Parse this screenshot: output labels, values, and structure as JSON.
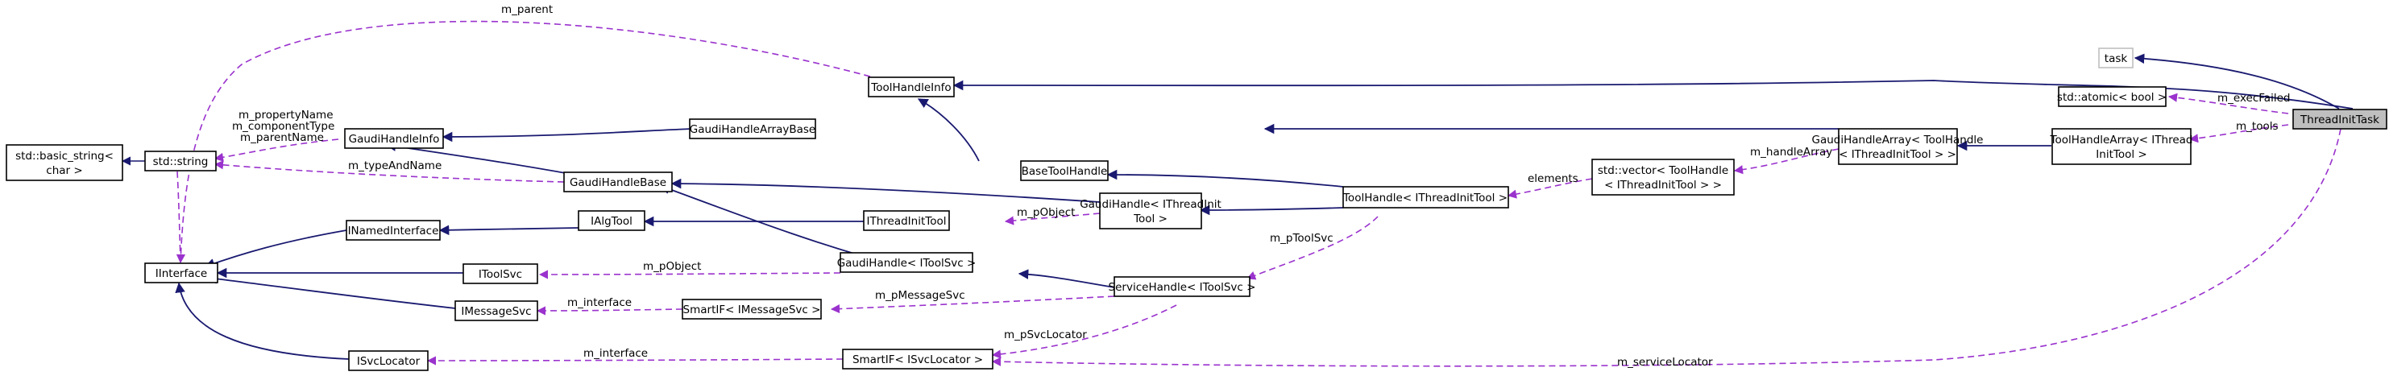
{
  "nodes": {
    "threadinittask": "ThreadInitTask",
    "task": "task",
    "atomic_bool": "std::atomic< bool >",
    "tha_threadinit": [
      "ToolHandleArray< IThread",
      "InitTool >"
    ],
    "gha_toolhandle": [
      "GaudiHandleArray< ToolHandle",
      "< IThreadInitTool > >"
    ],
    "vector_toolhandle": [
      "std::vector< ToolHandle",
      "< IThreadInitTool > >"
    ],
    "toolhandle_threadinit": "ToolHandle< IThreadInitTool >",
    "toolhandleinfo": "ToolHandleInfo",
    "basetoolhandle": "BaseToolHandle",
    "gaudihandle_threadinit": [
      "GaudiHandle< IThreadInit",
      "Tool >"
    ],
    "gaudihandlearraybase": "GaudiHandleArrayBase",
    "gaudihandleinfo": "GaudiHandleInfo",
    "gaudihandlebase": "GaudiHandleBase",
    "ithreadinittool": "IThreadInitTool",
    "ialgtool": "IAlgTool",
    "inamedinterface": "INamedInterface",
    "gaudihandle_itoolsvc": "GaudiHandle< IToolSvc >",
    "itoolsvc": "IToolSvc",
    "servicehandle_itoolsvc": "ServiceHandle< IToolSvc >",
    "smartif_imessagesvc": "SmartIF< IMessageSvc >",
    "imessagesvc": "IMessageSvc",
    "smartif_isvclocator": "SmartIF< ISvcLocator >",
    "isvclocator": "ISvcLocator",
    "iinterface": "IInterface",
    "std_string": "std::string",
    "basic_string": [
      "std::basic_string<",
      "char >"
    ]
  },
  "edge_labels": {
    "m_parent": "m_parent",
    "m_exec_failed": "m_execFailed",
    "m_tools": "m_tools",
    "m_handle_array": "m_handleArray",
    "elements": "elements",
    "m_p_object_1": "m_pObject",
    "m_p_tool_svc": "m_pToolSvc",
    "m_p_object_2": "m_pObject",
    "m_p_message_svc": "m_pMessageSvc",
    "m_interface_1": "m_interface",
    "m_p_svc_locator": "m_pSvcLocator",
    "m_interface_2": "m_interface",
    "m_service_locator": "m_serviceLocator",
    "string_members": [
      "m_propertyName",
      "m_componentType",
      "m_parentName"
    ],
    "m_type_and_name": "m_typeAndName"
  },
  "colors": {
    "inheritance_edge": "#191970",
    "usage_edge": "#9a32cd",
    "focus_fill": "#bfbfbf",
    "faint_border": "#bfbfbf"
  }
}
